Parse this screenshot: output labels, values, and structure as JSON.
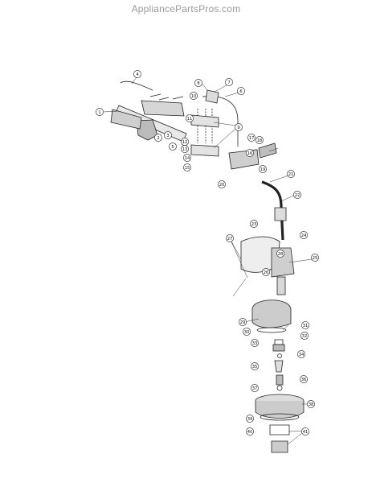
{
  "site": {
    "watermark": "AppliancePartsPros.com"
  },
  "callouts": [
    {
      "label": "1"
    },
    {
      "label": "2"
    },
    {
      "label": "3"
    },
    {
      "label": "4"
    },
    {
      "label": "5"
    },
    {
      "label": "6"
    },
    {
      "label": "7"
    },
    {
      "label": "8"
    },
    {
      "label": "9"
    },
    {
      "label": "10"
    },
    {
      "label": "11"
    },
    {
      "label": "12"
    },
    {
      "label": "13"
    },
    {
      "label": "14"
    },
    {
      "label": "15"
    },
    {
      "label": "16"
    },
    {
      "label": "17"
    },
    {
      "label": "18"
    },
    {
      "label": "19"
    },
    {
      "label": "20"
    },
    {
      "label": "21"
    },
    {
      "label": "22"
    },
    {
      "label": "23"
    },
    {
      "label": "24"
    },
    {
      "label": "25"
    },
    {
      "label": "26"
    },
    {
      "label": "27"
    },
    {
      "label": "28"
    },
    {
      "label": "29"
    },
    {
      "label": "30"
    },
    {
      "label": "31"
    },
    {
      "label": "32"
    },
    {
      "label": "33"
    },
    {
      "label": "34"
    },
    {
      "label": "35"
    },
    {
      "label": "36"
    },
    {
      "label": "37"
    },
    {
      "label": "38"
    },
    {
      "label": "39"
    },
    {
      "label": "40"
    },
    {
      "label": "41"
    }
  ]
}
